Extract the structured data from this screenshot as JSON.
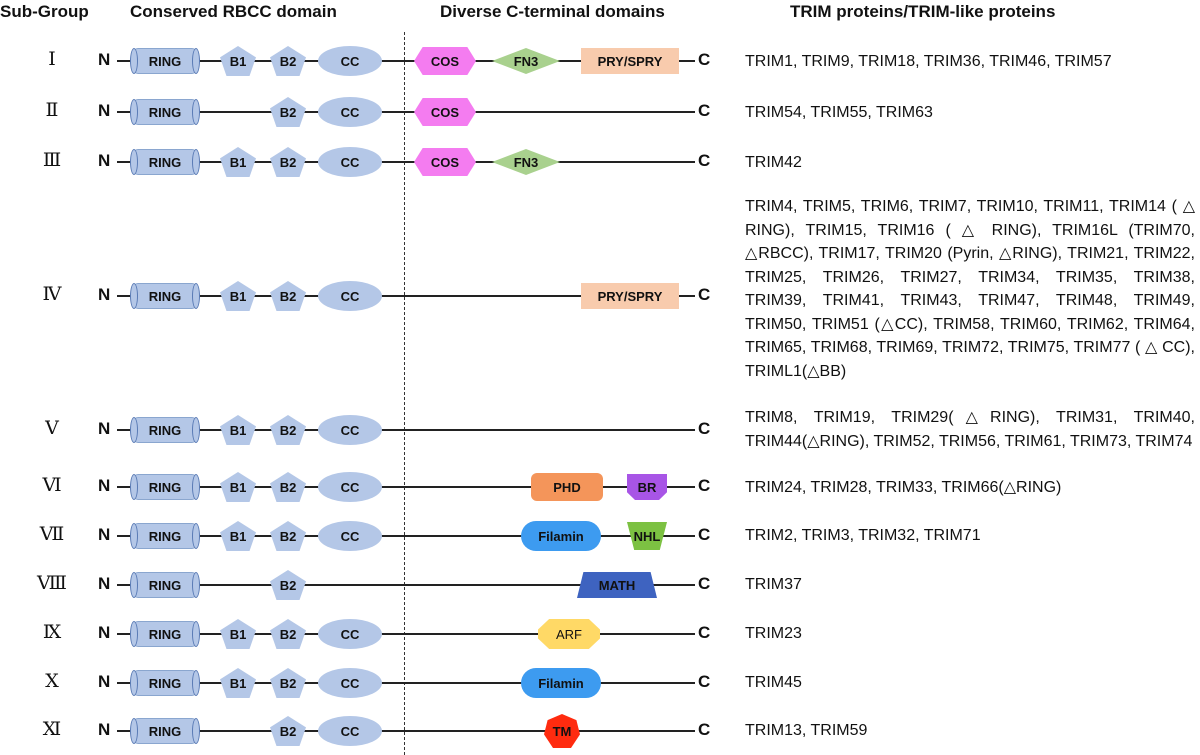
{
  "headers": {
    "subgroup": "Sub-Group",
    "rbcc": "Conserved RBCC domain",
    "cterminal": "Diverse C-terminal domains",
    "proteins": "TRIM proteins/TRIM-like proteins"
  },
  "terminal_labels": {
    "n": "N",
    "c": "C"
  },
  "domain_labels": {
    "ring": "RING",
    "b1": "B1",
    "b2": "B2",
    "cc": "CC",
    "cos": "COS",
    "fn3": "FN3",
    "pry": "PRY/SPRY",
    "phd": "PHD",
    "br": "BR",
    "filamin": "Filamin",
    "nhl": "NHL",
    "math": "MATH",
    "arf": "ARF",
    "tm": "TM"
  },
  "rows": [
    {
      "group": "Ⅰ",
      "domains": [
        "RING",
        "B1",
        "B2",
        "CC",
        "COS",
        "FN3",
        "PRY/SPRY"
      ],
      "proteins": "TRIM1, TRIM9, TRIM18, TRIM36, TRIM46, TRIM57"
    },
    {
      "group": "Ⅱ",
      "domains": [
        "RING",
        "B2",
        "CC",
        "COS"
      ],
      "proteins": "TRIM54, TRIM55, TRIM63"
    },
    {
      "group": "Ⅲ",
      "domains": [
        "RING",
        "B1",
        "B2",
        "CC",
        "COS",
        "FN3"
      ],
      "proteins": "TRIM42"
    },
    {
      "group": "Ⅳ",
      "domains": [
        "RING",
        "B1",
        "B2",
        "CC",
        "PRY/SPRY"
      ],
      "proteins": "TRIM4, TRIM5, TRIM6, TRIM7, TRIM10, TRIM11, TRIM14 ( △ RING), TRIM15, TRIM16 ( △ RING), TRIM16L (TRIM70, △RBCC), TRIM17, TRIM20 (Pyrin, △RING), TRIM21, TRIM22, TRIM25, TRIM26, TRIM27, TRIM34, TRIM35, TRIM38, TRIM39, TRIM41, TRIM43, TRIM47, TRIM48, TRIM49, TRIM50, TRIM51 (△CC), TRIM58, TRIM60, TRIM62, TRIM64, TRIM65, TRIM68, TRIM69, TRIM72, TRIM75, TRIM77 ( △ CC), TRIML1(△BB)"
    },
    {
      "group": "Ⅴ",
      "domains": [
        "RING",
        "B1",
        "B2",
        "CC"
      ],
      "proteins": "TRIM8, TRIM19, TRIM29(△RING), TRIM31, TRIM40, TRIM44(△RING), TRIM52, TRIM56, TRIM61, TRIM73, TRIM74"
    },
    {
      "group": "Ⅵ",
      "domains": [
        "RING",
        "B1",
        "B2",
        "CC",
        "PHD",
        "BR"
      ],
      "proteins": "TRIM24, TRIM28, TRIM33, TRIM66(△RING)"
    },
    {
      "group": "Ⅶ",
      "domains": [
        "RING",
        "B1",
        "B2",
        "CC",
        "Filamin",
        "NHL"
      ],
      "proteins": "TRIM2, TRIM3, TRIM32, TRIM71"
    },
    {
      "group": "Ⅷ",
      "domains": [
        "RING",
        "B2",
        "MATH"
      ],
      "proteins": "TRIM37"
    },
    {
      "group": "Ⅸ",
      "domains": [
        "RING",
        "B1",
        "B2",
        "CC",
        "ARF"
      ],
      "proteins": "TRIM23"
    },
    {
      "group": "Ⅹ",
      "domains": [
        "RING",
        "B1",
        "B2",
        "CC",
        "Filamin"
      ],
      "proteins": "TRIM45"
    },
    {
      "group": "Ⅺ",
      "domains": [
        "RING",
        "B2",
        "CC",
        "TM"
      ],
      "proteins": "TRIM13, TRIM59"
    }
  ]
}
